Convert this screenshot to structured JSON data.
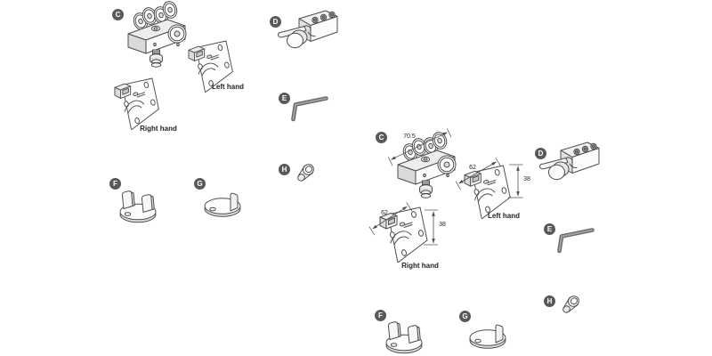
{
  "colors": {
    "badge": "#58595b",
    "line": "#4d4d4f",
    "text": "#231f20",
    "page_bg": "#ffffff"
  },
  "kit_basic": {
    "badges": {
      "c": "C",
      "d": "D",
      "e": "E",
      "f": "F",
      "g": "G",
      "h": "H"
    },
    "labels": {
      "left_hand": "Left hand",
      "right_hand": "Right hand"
    }
  },
  "kit_dimensioned": {
    "badges": {
      "c": "C",
      "d": "D",
      "e": "E",
      "f": "F",
      "g": "G",
      "h": "H"
    },
    "labels": {
      "left_hand": "Left hand",
      "right_hand": "Right hand"
    },
    "dimensions": {
      "trolley_width_mm": "70.5",
      "bracket_width_mm": "62",
      "bracket_height_mm": "38"
    }
  }
}
